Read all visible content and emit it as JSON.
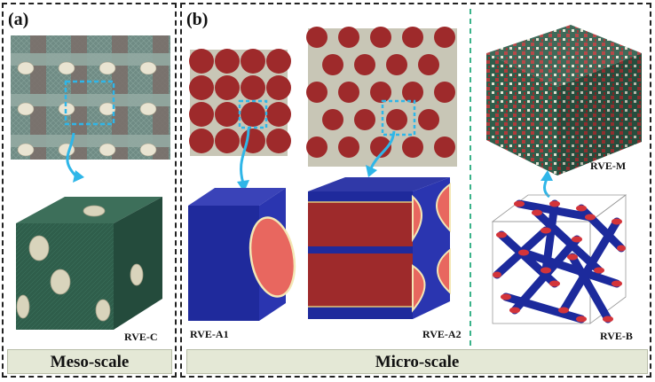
{
  "panels": {
    "a": {
      "label": "(a)",
      "caption": "Meso-scale",
      "rve": "RVE-C"
    },
    "b": {
      "label": "(b)",
      "caption": "Micro-scale",
      "rve_a1": "RVE-A1",
      "rve_a2": "RVE-A2",
      "rve_m": "RVE-M",
      "rve_b": "RVE-B"
    }
  },
  "colors": {
    "fiber_red": "#9e2a2b",
    "matrix_gray": "#c8c6b6",
    "mesh_green": "#2f5e4b",
    "mesh_blue": "#1f2a9c",
    "highlight_cyan": "#2fb6e8",
    "divider_green": "#3bb38a",
    "banner_bg": "#e4e8d6"
  }
}
